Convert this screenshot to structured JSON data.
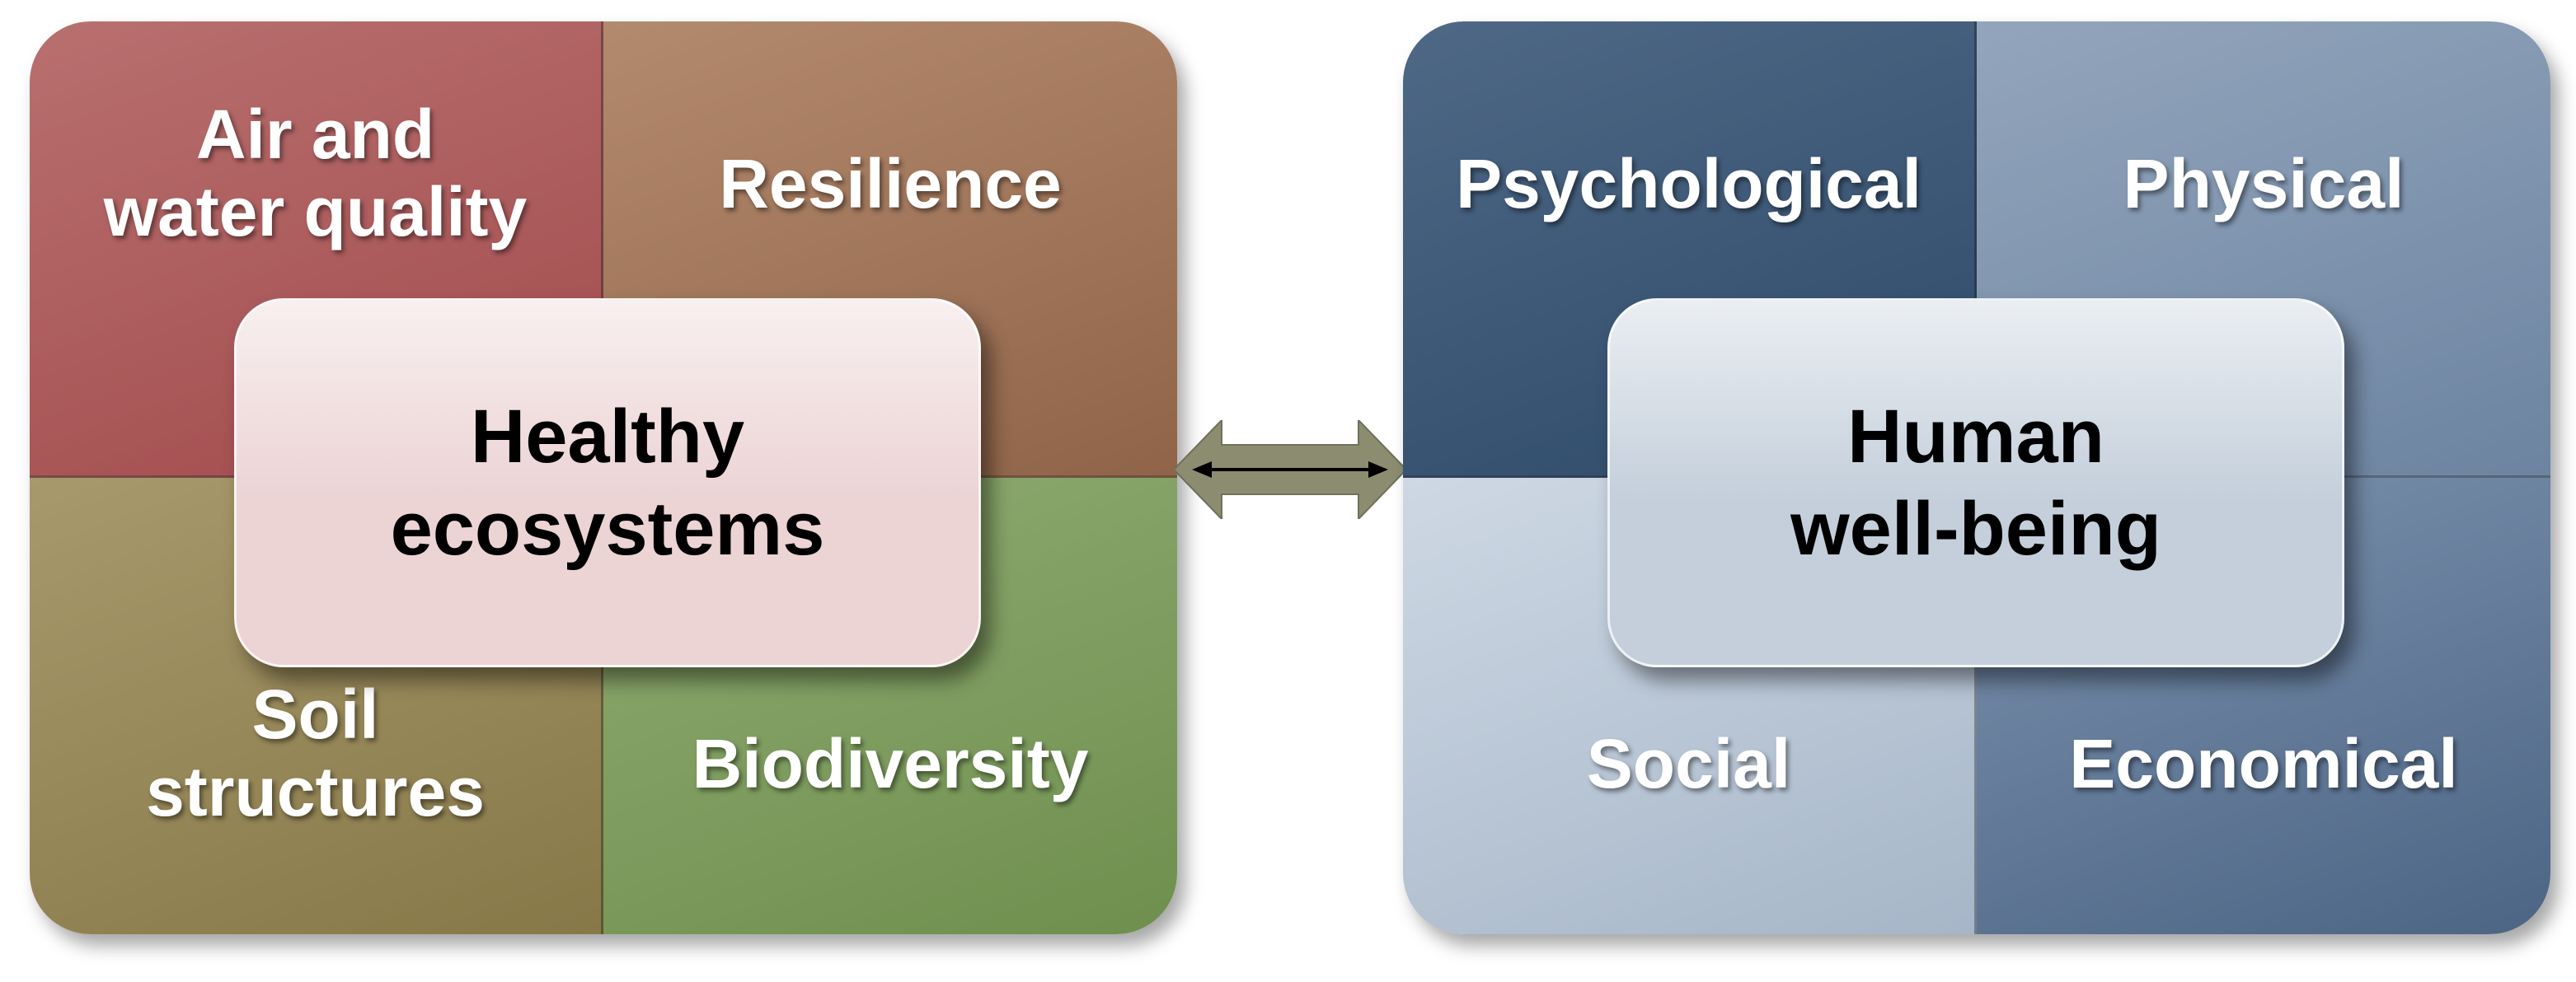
{
  "ecosystems": {
    "center": "Healthy ecosystems",
    "center_lines": [
      "Healthy",
      "ecosystems"
    ],
    "quadrants": [
      {
        "lines": [
          "Air and",
          "water quality"
        ],
        "color_top": "#b8706f",
        "color_bottom": "#a24a4c"
      },
      {
        "lines": [
          "Resilience"
        ],
        "color_top": "#b48a6e",
        "color_bottom": "#8f6449"
      },
      {
        "lines": [
          "Soil",
          "structures"
        ],
        "color_top": "#a7996b",
        "color_bottom": "#877848"
      },
      {
        "lines": [
          "Biodiversity"
        ],
        "color_top": "#90ab72",
        "color_bottom": "#6e8f4e"
      }
    ],
    "center_color": "#ecd3d4"
  },
  "wellbeing": {
    "center": "Human well-being",
    "center_lines": [
      "Human",
      "well-being"
    ],
    "quadrants": [
      {
        "lines": [
          "Psychological"
        ],
        "color_top": "#4e6886",
        "color_bottom": "#2e4a69"
      },
      {
        "lines": [
          "Physical"
        ],
        "color_top": "#93a5bc",
        "color_bottom": "#6c84a1"
      },
      {
        "lines": [
          "Social"
        ],
        "color_top": "#ced8e4",
        "color_bottom": "#a6b6c8"
      },
      {
        "lines": [
          "Economical"
        ],
        "color_top": "#7b92ae",
        "color_bottom": "#4d6585"
      }
    ],
    "center_color": "#c4cfdb"
  },
  "connector": {
    "fill": "#8c8d70",
    "line": "#000000"
  }
}
